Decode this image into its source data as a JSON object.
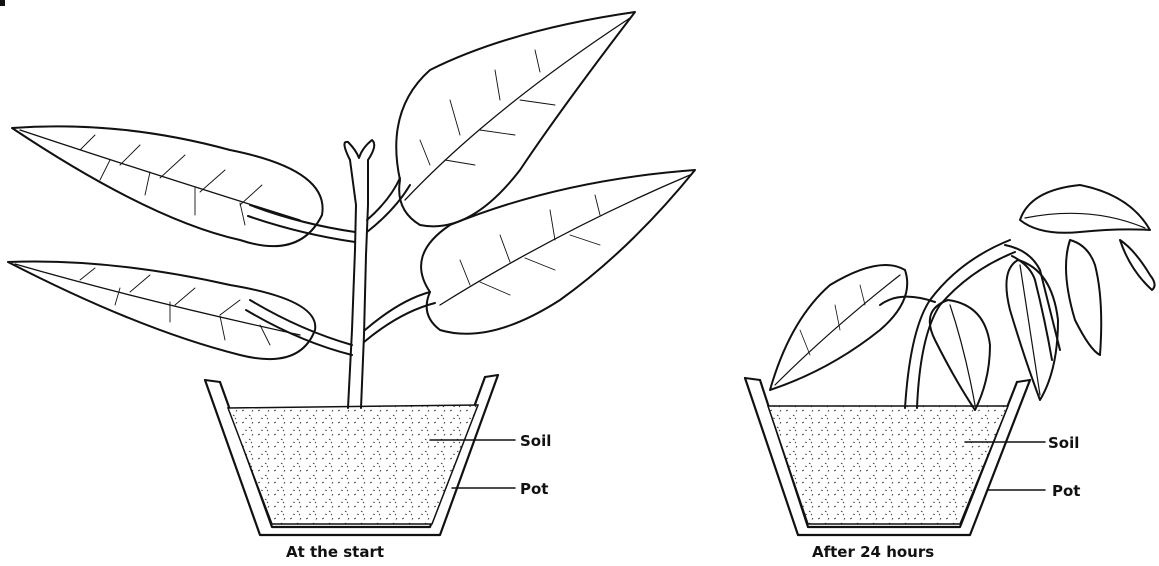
{
  "figures": [
    {
      "caption": "At the start",
      "labels": {
        "soil": "Soil",
        "pot": "Pot"
      },
      "plant_state": "upright"
    },
    {
      "caption": "After 24 hours",
      "labels": {
        "soil": "Soil",
        "pot": "Pot"
      },
      "plant_state": "wilted"
    }
  ],
  "colors": {
    "ink": "#111111",
    "background": "#ffffff"
  }
}
